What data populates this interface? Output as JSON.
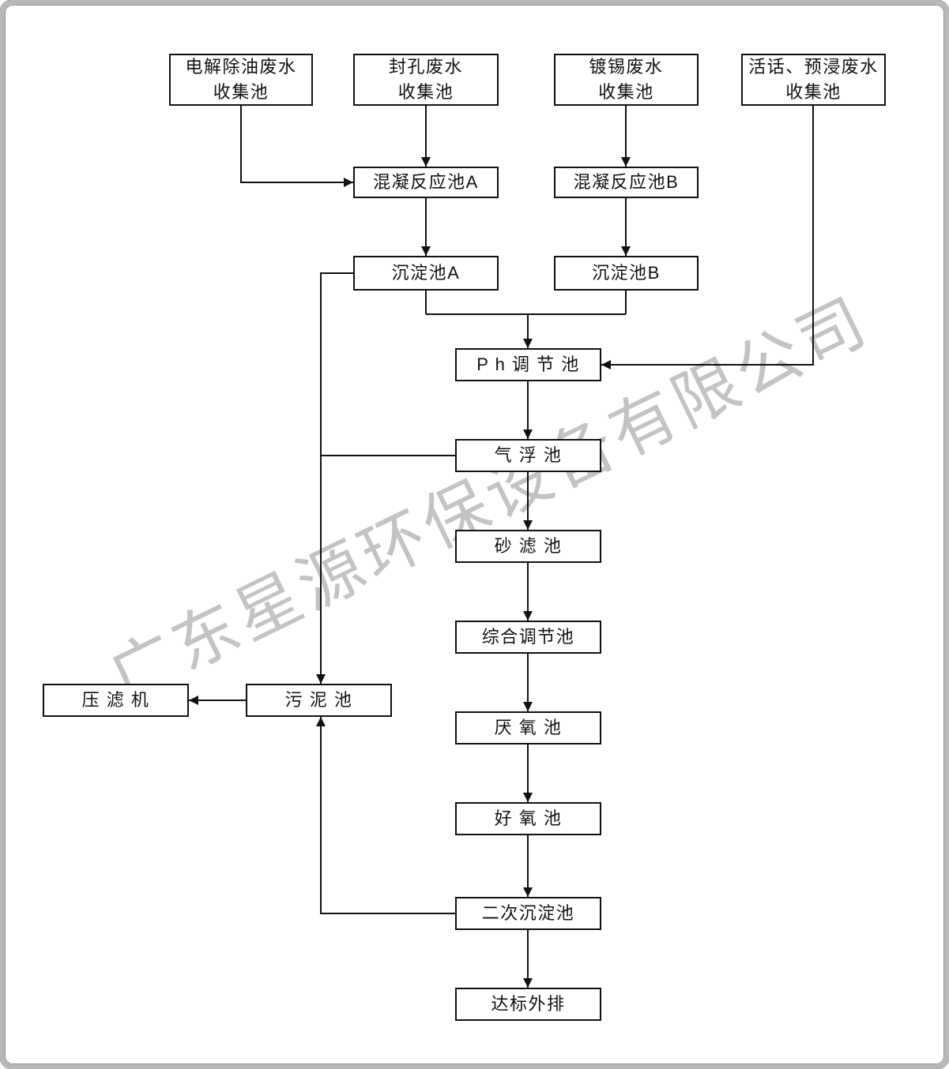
{
  "watermark": "广东星源环保设备有限公司",
  "colors": {
    "box_border": "#111111",
    "line": "#111111",
    "frame": "#b9b9b9",
    "watermark": "#7c7c7c"
  },
  "nodes": {
    "collect_electrolytic": {
      "label": "电解除油废水\n收集池"
    },
    "collect_sealing": {
      "label": "封孔废水\n收集池"
    },
    "collect_tin": {
      "label": "镀锡废水\n收集池"
    },
    "collect_activation": {
      "label": "活话、预浸废水\n收集池"
    },
    "coag_a": {
      "label": "混凝反应池A"
    },
    "coag_b": {
      "label": "混凝反应池B"
    },
    "sed_a": {
      "label": "沉淀池A"
    },
    "sed_b": {
      "label": "沉淀池B"
    },
    "ph": {
      "label": "P h 调 节 池"
    },
    "flotation": {
      "label": "气 浮 池"
    },
    "sand_filter": {
      "label": "砂 滤 池"
    },
    "comprehensive": {
      "label": "综合调节池"
    },
    "anaerobic": {
      "label": "厌 氧 池"
    },
    "aerobic": {
      "label": "好 氧 池"
    },
    "secondary_sed": {
      "label": "二次沉淀池"
    },
    "discharge": {
      "label": "达标外排"
    },
    "sludge": {
      "label": "污 泥 池"
    },
    "filter_press": {
      "label": "压 滤 机"
    }
  }
}
